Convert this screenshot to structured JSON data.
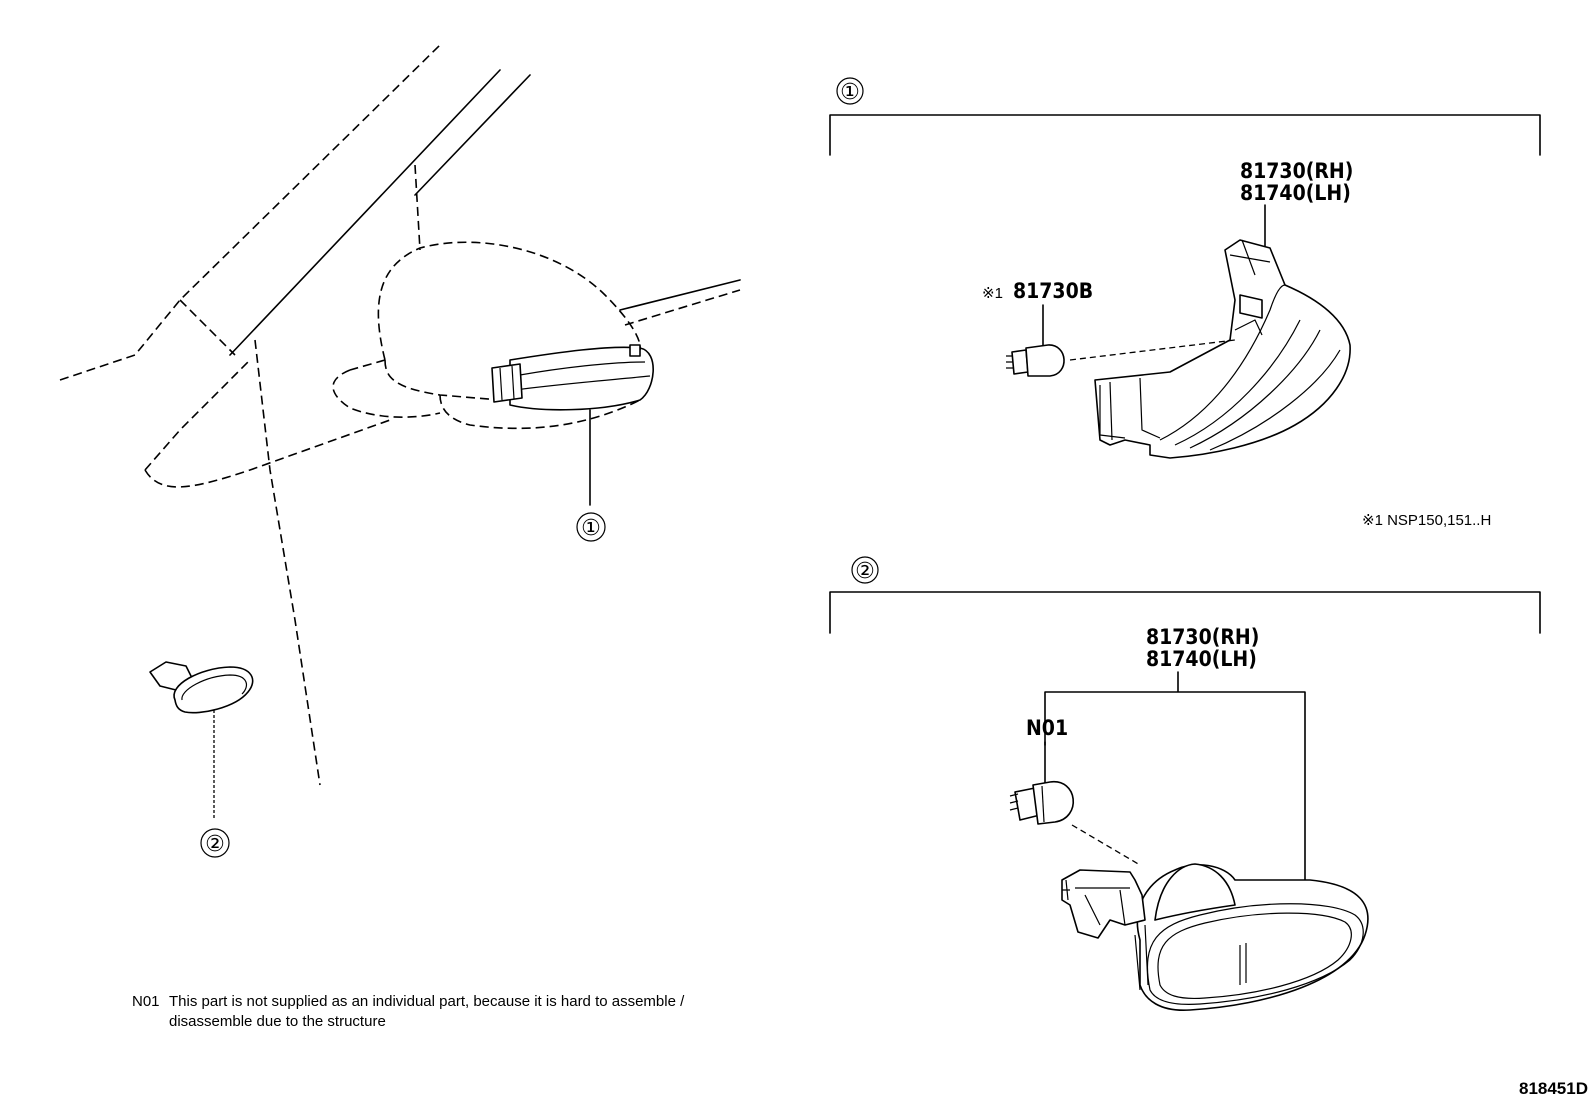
{
  "callouts": {
    "mirror": "①",
    "marker": "②"
  },
  "section1": {
    "marker": "①",
    "part_rh": "81730(RH)",
    "part_lh": "81740(LH)",
    "bulb_part": "81730B",
    "bulb_ref_mark": "※1",
    "footnote": "※1 NSP150,151..H"
  },
  "section2": {
    "marker": "②",
    "part_rh": "81730(RH)",
    "part_lh": "81740(LH)",
    "bulb_code": "N01"
  },
  "note": {
    "code": "N01",
    "line1": "This part is not supplied as an individual part, because it is hard to assemble /",
    "line2": "disassemble due to the structure"
  },
  "diagram_id": "818451D"
}
